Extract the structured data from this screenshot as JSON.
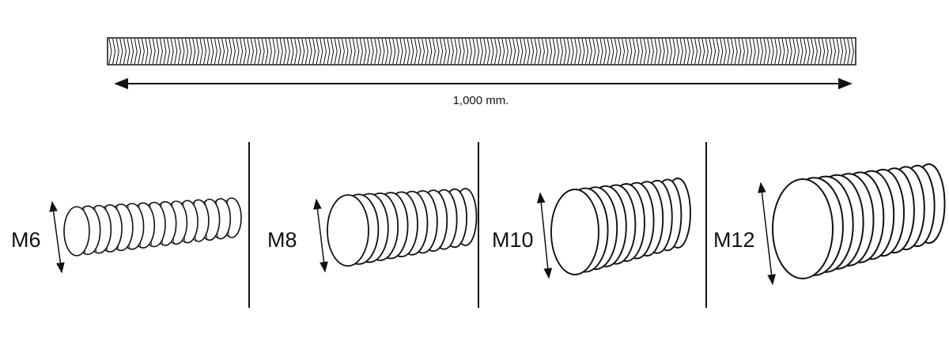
{
  "length_label": "1,000 mm.",
  "rod_sizes": [
    {
      "label": "M6"
    },
    {
      "label": "M8"
    },
    {
      "label": "M10"
    },
    {
      "label": "M12"
    }
  ],
  "colors": {
    "line": "#111111",
    "background": "#ffffff"
  }
}
